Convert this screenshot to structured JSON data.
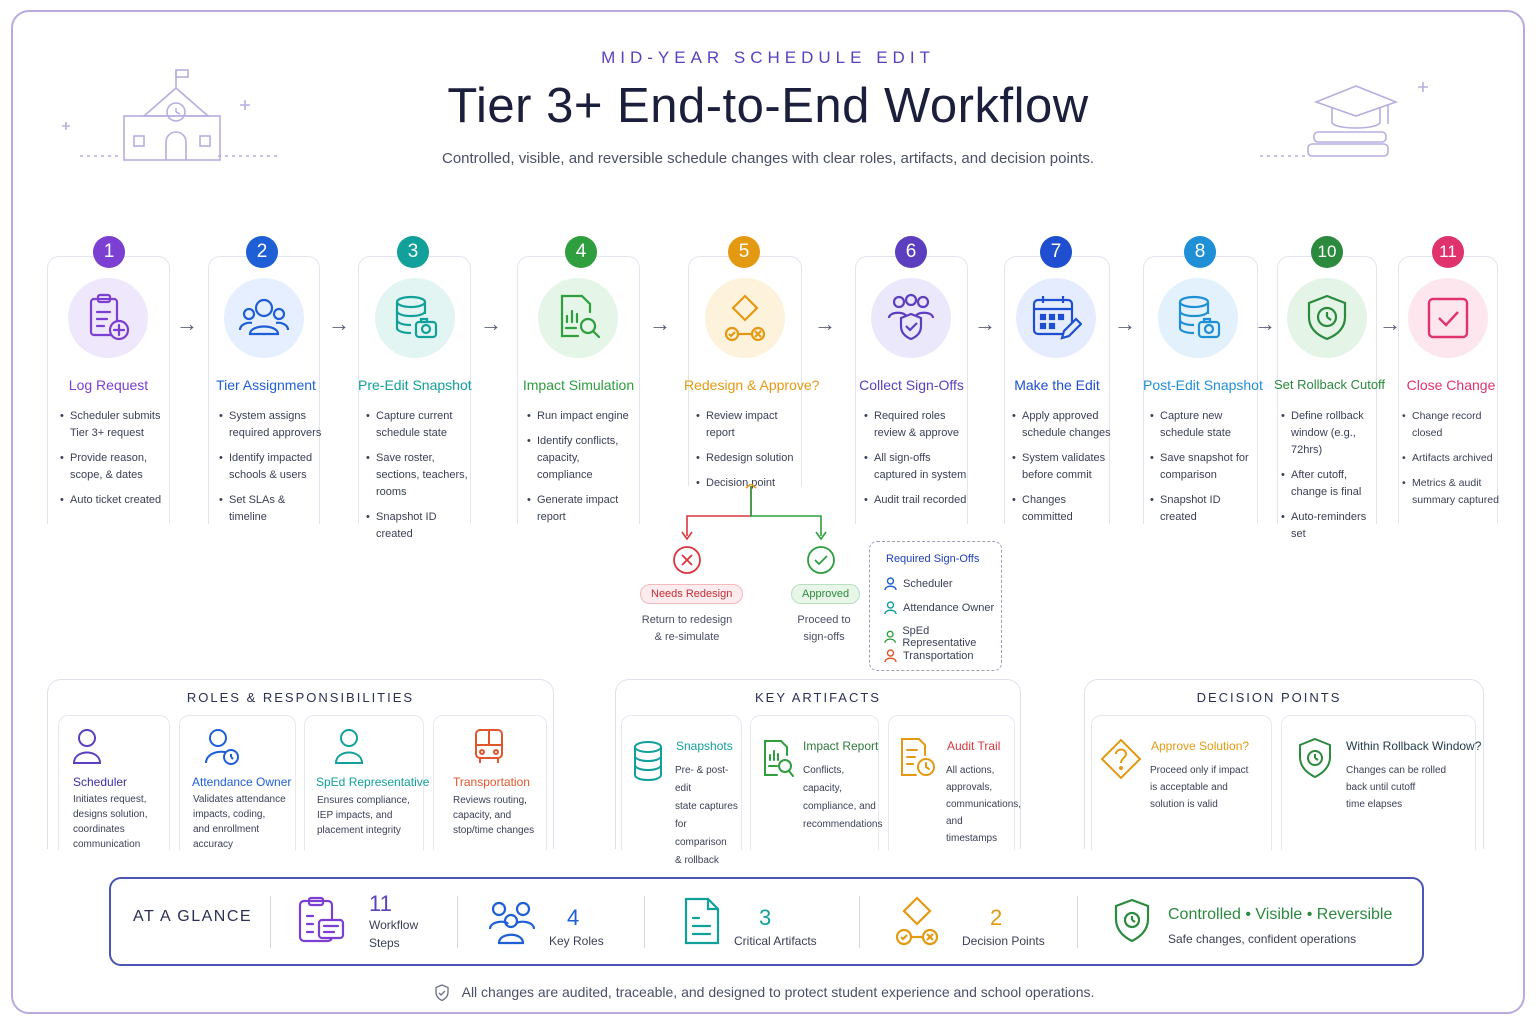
{
  "header": {
    "eyebrow": "MID-YEAR SCHEDULE EDIT",
    "title": "Tier 3+ End-to-End Workflow",
    "subtitle": "Controlled, visible, and reversible schedule changes with clear roles, artifacts, and decision points."
  },
  "colors": {
    "purple": "#7b3fd1",
    "blue": "#1f5fd6",
    "teal": "#12a09a",
    "green": "#2e9e3e",
    "orange": "#e39a12",
    "violet": "#5b3fbf",
    "royal": "#1f4fd0",
    "lightblue": "#1f8fd6",
    "darkgreen": "#2b8a3e",
    "pink": "#e0336e",
    "red": "#d9363e"
  },
  "steps": [
    {
      "num": "1",
      "title": "Log Request",
      "icon": "clipboard-plus-icon",
      "bullets": [
        "Scheduler submits Tier 3+ request",
        "Provide reason, scope, & dates",
        "Auto ticket created"
      ]
    },
    {
      "num": "2",
      "title": "Tier Assignment",
      "icon": "people-icon",
      "bullets": [
        "System assigns required approvers",
        "Identify impacted schools & users",
        "Set SLAs & timeline"
      ]
    },
    {
      "num": "3",
      "title": "Pre-Edit Snapshot",
      "icon": "database-camera-icon",
      "bullets": [
        "Capture current schedule state",
        "Save roster, sections, teachers, rooms",
        "Snapshot ID created"
      ]
    },
    {
      "num": "4",
      "title": "Impact Simulation",
      "icon": "report-search-icon",
      "bullets": [
        "Run impact engine",
        "Identify conflicts, capacity, compliance",
        "Generate impact report"
      ]
    },
    {
      "num": "5",
      "title": "Redesign & Approve?",
      "icon": "decision-diamond-icon",
      "bullets": [
        "Review impact report",
        "Redesign solution",
        "Decision point"
      ]
    },
    {
      "num": "6",
      "title": "Collect Sign-Offs",
      "icon": "group-shield-icon",
      "bullets": [
        "Required roles review & approve",
        "All sign-offs captured in system",
        "Audit trail recorded"
      ]
    },
    {
      "num": "7",
      "title": "Make the Edit",
      "icon": "calendar-edit-icon",
      "bullets": [
        "Apply approved schedule changes",
        "System validates before commit",
        "Changes committed"
      ]
    },
    {
      "num": "8",
      "title": "Post-Edit Snapshot",
      "icon": "database-camera-icon",
      "bullets": [
        "Capture new schedule state",
        "Save snapshot for comparison",
        "Snapshot ID created"
      ]
    },
    {
      "num": "10",
      "title": "Set Rollback Cutoff",
      "icon": "shield-clock-icon",
      "bullets": [
        "Define rollback window (e.g., 72hrs)",
        "After cutoff, change is final",
        "Auto-reminders set"
      ]
    },
    {
      "num": "11",
      "title": "Close Change",
      "icon": "checkbox-icon",
      "bullets": [
        "Change record closed",
        "Artifacts archived",
        "Metrics & audit summary captured"
      ]
    }
  ],
  "decision": {
    "no_label": "Needs Redesign",
    "no_note_1": "Return to redesign",
    "no_note_2": "& re-simulate",
    "yes_label": "Approved",
    "yes_note_1": "Proceed to",
    "yes_note_2": "sign-offs"
  },
  "signoffs": {
    "title": "Required Sign-Offs",
    "items": [
      "Scheduler",
      "Attendance Owner",
      "SpEd Representative",
      "Transportation"
    ]
  },
  "roles": {
    "title": "ROLES & RESPONSIBILITIES",
    "items": [
      {
        "name": "Scheduler",
        "desc": [
          "Initiates request,",
          "designs solution,",
          "coordinates",
          "communication"
        ]
      },
      {
        "name": "Attendance Owner",
        "desc": [
          "Validates attendance",
          "impacts, coding,",
          "and enrollment",
          "accuracy"
        ]
      },
      {
        "name": "SpEd Representative",
        "desc": [
          "Ensures compliance,",
          "IEP impacts, and",
          "placement integrity"
        ]
      },
      {
        "name": "Transportation",
        "desc": [
          "Reviews routing,",
          "capacity, and",
          "stop/time changes"
        ]
      }
    ]
  },
  "artifacts": {
    "title": "KEY ARTIFACTS",
    "items": [
      {
        "name": "Snapshots",
        "desc": [
          "Pre- & post-edit",
          "state captures",
          "for comparison",
          "& rollback"
        ]
      },
      {
        "name": "Impact Report",
        "desc": [
          "Conflicts, capacity,",
          "compliance, and",
          "recommendations"
        ]
      },
      {
        "name": "Audit Trail",
        "desc": [
          "All actions,",
          "approvals,",
          "communications,",
          "and timestamps"
        ]
      }
    ]
  },
  "decisions": {
    "title": "DECISION POINTS",
    "items": [
      {
        "name": "Approve Solution?",
        "desc": [
          "Proceed only if impact",
          "is acceptable and",
          "solution is valid"
        ]
      },
      {
        "name": "Within Rollback Window?",
        "desc": [
          "Changes can be rolled",
          "back until cutoff",
          "time elapses"
        ]
      }
    ]
  },
  "glance": {
    "label": "AT A GLANCE",
    "steps_num": "11",
    "steps_text_1": "Workflow",
    "steps_text_2": "Steps",
    "roles_num": "4",
    "roles_text": "Key Roles",
    "artifacts_num": "3",
    "artifacts_text": "Critical Artifacts",
    "decisions_num": "2",
    "decisions_text": "Decision Points",
    "tagline": "Controlled • Visible • Reversible",
    "tagline_sub": "Safe changes, confident operations"
  },
  "footer": "All changes are audited, traceable, and designed to protect student experience and school operations."
}
